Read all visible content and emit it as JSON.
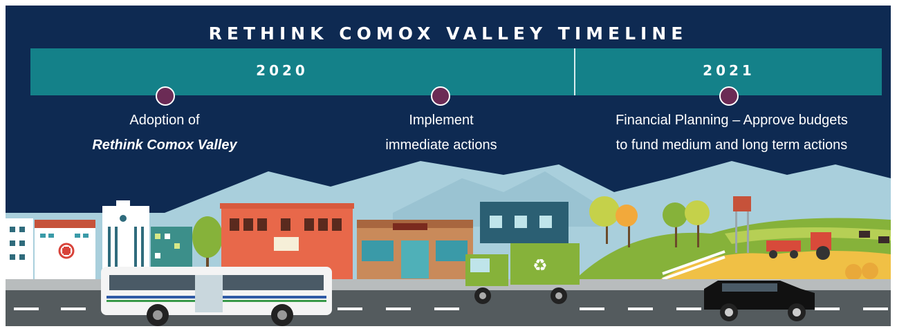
{
  "title": "RETHINK COMOX VALLEY TIMELINE",
  "periods": [
    {
      "year": "2020"
    },
    {
      "year": "2021"
    }
  ],
  "milestones": [
    {
      "line1": "Adoption of",
      "line2": "Rethink Comox Valley"
    },
    {
      "line1": "Implement",
      "line2": "immediate actions"
    },
    {
      "line1": "Financial Planning – Approve budgets",
      "line2": "to fund medium and long term actions"
    }
  ],
  "colors": {
    "background": "#0e2a52",
    "band": "#148189",
    "milestone_dot": "#6b2b55",
    "mountains": "#a9cfdc",
    "road": "#545b5e",
    "grass": "#86b23a"
  },
  "illustration": {
    "icons": [
      "hospital-icon",
      "apartment-tower-icon",
      "city-bus-icon",
      "garbage-truck-icon",
      "recycle-icon",
      "suv-icon",
      "tractor-icon",
      "water-tower-icon",
      "cow-icon",
      "hay-bale-icon",
      "orchard-tree-icon"
    ]
  }
}
